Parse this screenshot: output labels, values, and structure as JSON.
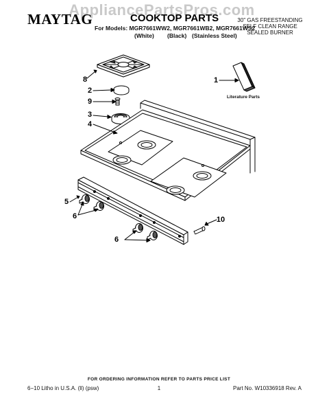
{
  "watermark": "AppliancePartsPros.com",
  "header": {
    "brand": "MAYTAG",
    "title": "COOKTOP PARTS",
    "models": "For Models: MGR7661WW2, MGR7661WB2, MGR7661WS2",
    "finishes": [
      "(White)",
      "(Black)",
      "(Stainless Steel)"
    ],
    "description": [
      "30\" GAS FREESTANDING",
      "SELF CLEAN RANGE",
      "SEALED BURNER"
    ]
  },
  "diagram": {
    "literature_label": "Literature Parts",
    "callouts": [
      "8",
      "2",
      "9",
      "3",
      "4",
      "1",
      "5",
      "6",
      "6",
      "10"
    ]
  },
  "footer": {
    "note": "FOR ORDERING INFORMATION REFER TO PARTS PRICE LIST",
    "left": "6−10 Litho in U.S.A. (ll) (psw)",
    "page": "1",
    "part_no": "Part No. W10336918 Rev. A"
  },
  "colors": {
    "line": "#000000",
    "watermark": "#c9c9c9"
  }
}
